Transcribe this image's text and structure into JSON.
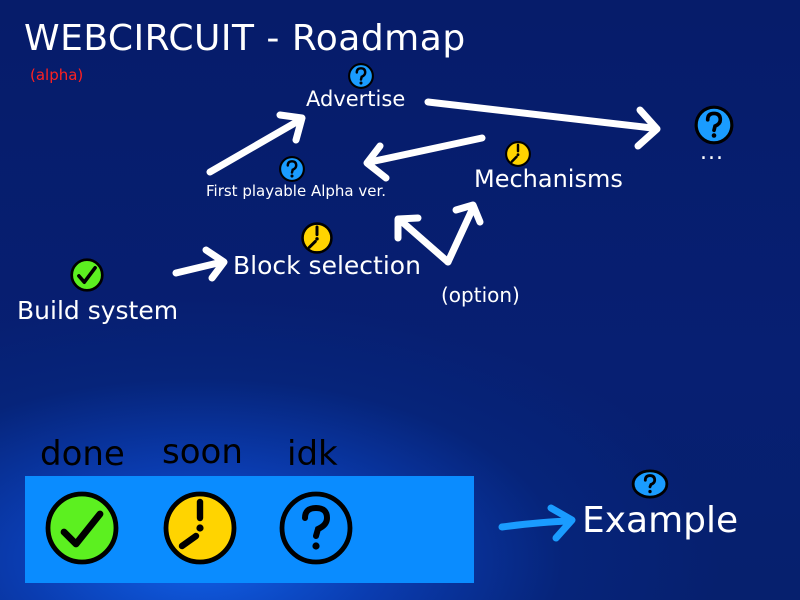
{
  "title": "WEBCIRCUIT - Roadmap",
  "subtitle": "(alpha)",
  "colors": {
    "background": "#061d6b",
    "done": "#5cf020",
    "soon": "#ffd400",
    "idk": "#1a9cff",
    "legend_box": "#0a8cff",
    "alpha_label": "#ff2020",
    "example_arrow": "#1a9cff"
  },
  "nodes": [
    {
      "id": "build-system",
      "label": "Build system",
      "status": "done"
    },
    {
      "id": "block-selection",
      "label": "Block selection",
      "status": "soon"
    },
    {
      "id": "mechanisms",
      "label": "Mechanisms",
      "status": "soon"
    },
    {
      "id": "first-playable",
      "label": "First playable Alpha ver.",
      "status": "idk"
    },
    {
      "id": "advertise",
      "label": "Advertise",
      "status": "idk"
    },
    {
      "id": "more",
      "label": "...",
      "status": "idk"
    }
  ],
  "edges": [
    {
      "from": "build-system",
      "to": "block-selection"
    },
    {
      "from": "block-selection",
      "to": "mechanisms",
      "note": "(option)"
    },
    {
      "from": "block-selection",
      "to": "first-playable",
      "note": "(option)"
    },
    {
      "from": "mechanisms",
      "to": "first-playable"
    },
    {
      "from": "first-playable",
      "to": "advertise"
    },
    {
      "from": "advertise",
      "to": "more"
    }
  ],
  "option_label": "(option)",
  "legend": {
    "items": [
      {
        "label": "done",
        "icon": "check-icon"
      },
      {
        "label": "soon",
        "icon": "clock-icon"
      },
      {
        "label": "idk",
        "icon": "question-icon"
      }
    ]
  },
  "example": {
    "label": "Example",
    "status": "idk"
  }
}
